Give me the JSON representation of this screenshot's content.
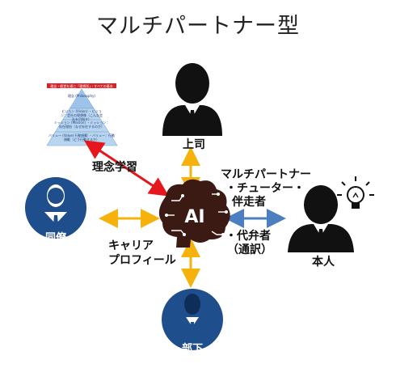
{
  "title": "マルチパートナー型",
  "people": {
    "boss": "上司",
    "colleague": "同僚",
    "subordinate": "部下",
    "self": "本人"
  },
  "ai_label": "AI",
  "labels": {
    "philosophy_learning": "理念学習",
    "career_profile": [
      "キャリア",
      "プロフィール"
    ],
    "roles": [
      "マルチパートナー",
      "・チューター・",
      "伴走者",
      "・代弁者",
      "（通訳）"
    ]
  },
  "pyramid": {
    "header": "理念・経営を通じ「理想形」・すべての基本",
    "levels": [
      "理念 (Philosophy)",
      "ビジョン (Vision) ・ビジョン：会社の理想像（こんな会社を目指す）",
      "ミッション (Mission) ・ミッション：存在理由（なぜ存在するのか）",
      "バリュー (Value) 行動規範 ・バリュー：行動規範（どう行動するか）"
    ]
  },
  "colors": {
    "navy": "#1f4e8c",
    "black": "#111111",
    "brain": "#3a1a12",
    "arrow_yellow": "#f5b20c",
    "arrow_red": "#e5171c",
    "arrow_blue": "#4c7fc0",
    "pyramid": "#9ec3e8"
  },
  "icons": [
    "person-icon",
    "brain-icon",
    "lightbulb-icon"
  ]
}
